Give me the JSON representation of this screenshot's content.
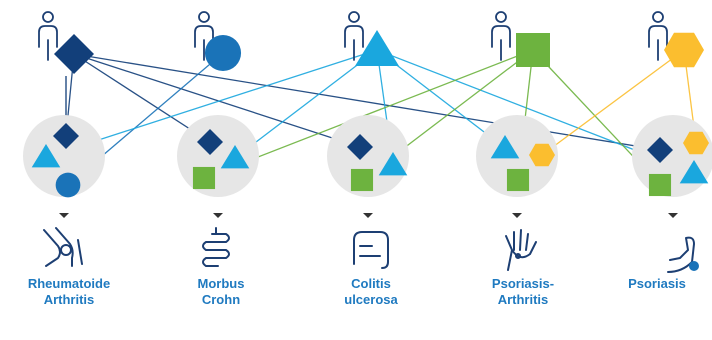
{
  "colors": {
    "navy": "#123f7a",
    "blue": "#1a73b8",
    "cyan": "#1aa7de",
    "green": "#6db33f",
    "orange": "#fbbe2f",
    "circle_bg": "#e6e6e6",
    "figure": "#1d3f73",
    "label": "#1f7ac0"
  },
  "diseases": [
    {
      "line1": "Rheumatoide",
      "line2": "Arthritis",
      "shape": "diamond",
      "color": "navy",
      "icon": "knee-joint-icon",
      "cluster": [
        "diamond",
        "triangle",
        "circle"
      ]
    },
    {
      "line1": "Morbus",
      "line2": "Crohn",
      "shape": "circle",
      "color": "blue",
      "icon": "intestine-icon",
      "cluster": [
        "diamond",
        "triangle",
        "square"
      ]
    },
    {
      "line1": "Colitis",
      "line2": "ulcerosa",
      "shape": "triangle",
      "color": "cyan",
      "icon": "colon-icon",
      "cluster": [
        "diamond",
        "triangle",
        "square"
      ]
    },
    {
      "line1": "Psoriasis-",
      "line2": "Arthritis",
      "shape": "square",
      "color": "green",
      "icon": "hand-icon",
      "cluster": [
        "triangle",
        "hexagon",
        "square"
      ]
    },
    {
      "line1": "Psoriasis",
      "line2": "",
      "shape": "hexagon",
      "color": "orange",
      "icon": "arm-icon",
      "cluster": [
        "diamond",
        "hexagon",
        "triangle",
        "square"
      ]
    }
  ]
}
